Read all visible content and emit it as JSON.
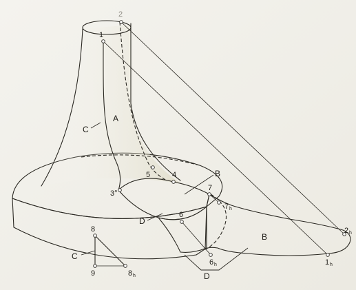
{
  "colors": {
    "paper": "#f1f0ea",
    "outline": "#2a2822",
    "wall_tan": "#d7d0a6",
    "wall_dark": "#bdb487",
    "flange_top": "#efece0",
    "tongue_gray": "#a8a38c"
  },
  "labels": {
    "surface_a": "A",
    "surface_b": "B",
    "surface_c": "C",
    "surface_d": "D"
  },
  "points": {
    "p1": "1",
    "p2": "2",
    "p3": "3°",
    "p4": "4",
    "p5": "5",
    "p6": "6",
    "p7": "7",
    "p8": "8",
    "p9": "9",
    "sub_h": "h"
  }
}
